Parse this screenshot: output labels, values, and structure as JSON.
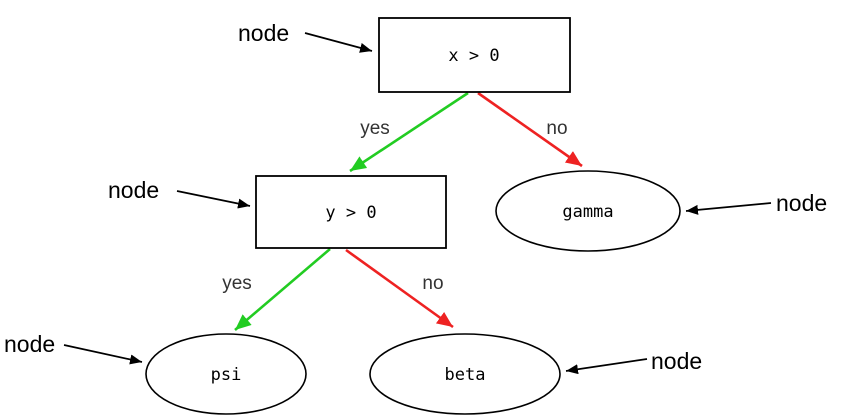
{
  "diagram": {
    "annotations": {
      "root": "node",
      "left_child": "node",
      "gamma": "node",
      "psi": "node",
      "beta": "node"
    },
    "nodes": {
      "root": "x > 0",
      "left_child": "y > 0",
      "gamma": "gamma",
      "psi": "psi",
      "beta": "beta"
    },
    "edges": {
      "root_yes": "yes",
      "root_no": "no",
      "left_yes": "yes",
      "left_no": "no"
    },
    "colors": {
      "yes_edge": "#22cc22",
      "no_edge": "#ee2222",
      "node_outline": "#000000",
      "annotation_arrow": "#000000",
      "edge_label_text": "#333333",
      "background": "#ffffff"
    }
  }
}
